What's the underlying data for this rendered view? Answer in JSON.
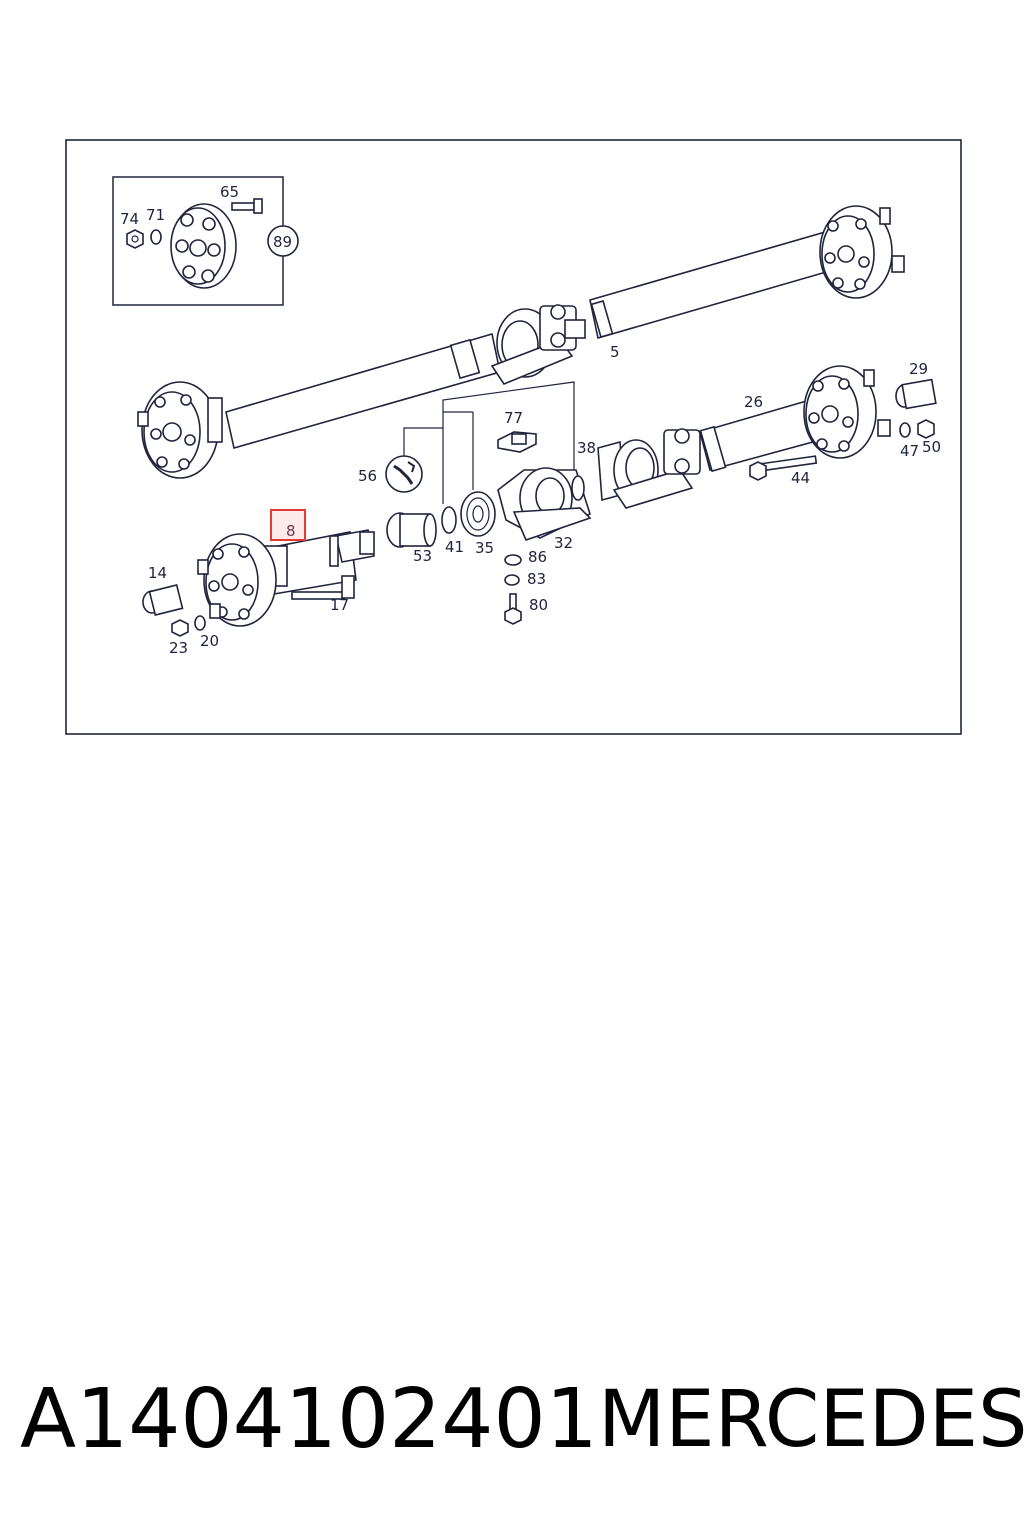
{
  "diagram": {
    "callouts": {
      "c65": "65",
      "c74": "74",
      "c71": "71",
      "c89": "89",
      "c5": "5",
      "c29": "29",
      "c26": "26",
      "c77": "77",
      "c38": "38",
      "c56": "56",
      "c8": "8",
      "c14": "14",
      "c53": "53",
      "c41": "41",
      "c35": "35",
      "c32": "32",
      "c86": "86",
      "c83": "83",
      "c80": "80",
      "c17": "17",
      "c23": "23",
      "c20": "20",
      "c47": "47",
      "c50": "50",
      "c44": "44"
    },
    "highlighted_part": "8",
    "highlight_color": "#e53935",
    "line_color": "#20243d"
  },
  "footer": {
    "part_number": "A1404102401",
    "brand": "MERCEDES"
  }
}
